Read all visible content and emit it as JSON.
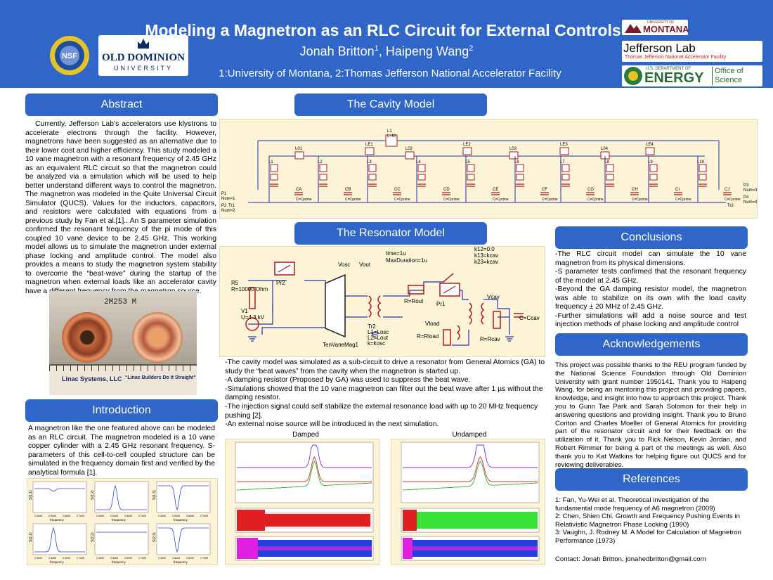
{
  "header": {
    "title": "Modeling a Magnetron as an RLC Circuit for External Controls",
    "authors": "Jonah Britton",
    "sup1": "1",
    "authors_mid": ", Haipeng Wang",
    "sup2": "2",
    "affiliations": "1:University of Montana, 2:Thomas Jefferson National Accelerator Facility",
    "logos": {
      "nsf": "NSF",
      "odu_line1": "OLD DOMINION",
      "odu_line2": "UNIVERSITY",
      "umontana_small": "UNIVERSITY OF",
      "umontana": "MONTANA",
      "jlab": "Jefferson Lab",
      "jlab_sub": "Thomas Jefferson National Accelerator Facility",
      "doe_small": "U.S. DEPARTMENT OF",
      "doe": "ENERGY",
      "office1": "Office of",
      "office2": "Science"
    }
  },
  "abstract": {
    "heading": "Abstract",
    "text": "Currently, Jefferson Lab’s accelerators use klystrons to accelerate electrons through the facility. However, magnetrons have been suggested as an alternative due to their lower cost and higher efficiency. This study modeled a 10 vane magnetron with a resonant frequency of 2.45 GHz as an equivalent RLC circuit so that the magnetron could be analyzed via a simulation which will be used to help better understand different ways to control the magnetron. The magnetron was modeled in the Quite Universal Circuit Simulator (QUCS). Values for the inductors, capacitors, and resistors were calculated with equations from a previous study by Fan et al.[1].. An S parameter simulation confirmed the resonant frequency of the pi mode of this coupled 10 vane device to be 2.45 GHz. This working model allows us to simulate the magnetron under external phase locking and amplitude control. The model also provides a means to study the magnetron system stability to overcome the “beat-wave” during the startup of the magnetron when external loads like an accelerator cavity have a different frequency from the magnetron source."
  },
  "photo": {
    "tag": "2M253 M",
    "ruler_brand": "Linac Systems, LLC",
    "ruler_slogan": "\"Linac Builders Do It Straight\""
  },
  "introduction": {
    "heading": "Introduction",
    "text": "A magnetron like the one featured above can be modeled as an RLC circuit. The magnetron modeled is a 10 vane copper cylinder with a 2.45 GHz resonant frequency. S-parameters of this cell-to-cell coupled structure can be simulated in the frequency domain first and verified by the analytical formula [1].",
    "splot_labels": [
      "S(1,1)",
      "S(1,2)",
      "S(1,3)",
      "S(2,1)",
      "S(2,2)",
      "S(2,3)"
    ],
    "splot_xlabel": "frequency",
    "splot_ticks": [
      "2.4e09",
      "2.5e09",
      "2.6e09",
      "2.7e09"
    ]
  },
  "cavity": {
    "heading": "The Cavity Model",
    "top_inductor": "L1",
    "top_inductor_val": "L=M",
    "le_labels": [
      "LE1",
      "LE2",
      "LE3",
      "LE4"
    ],
    "lo_labels": [
      "L01",
      "L02",
      "L03",
      "L04"
    ],
    "cell_labels": [
      "L1",
      "L2",
      "L3",
      "L4",
      "L5",
      "L6",
      "L7",
      "L8",
      "L9",
      "L10"
    ],
    "cap_labels": [
      "CA",
      "CB",
      "CC",
      "CD",
      "CE",
      "CF",
      "CG",
      "CH",
      "CI",
      "CJ"
    ],
    "cap_value": "C=Cprime",
    "p1": "P1",
    "p1_num": "Num=1",
    "p2": "P2",
    "p2_num": "Num=2",
    "p3": "P3",
    "p3_num": "Num=3",
    "p4": "P4",
    "p4_num": "Num=4",
    "tr1": "Tr1",
    "tr2": "Tr2"
  },
  "resonator": {
    "heading": "The Resonator Model",
    "r5": "R5",
    "r5_val": "R=10000 Ohm",
    "v1": "V1",
    "v1_val": "U=4.3 kV",
    "pr2": "Pr2",
    "pr1": "Pr1",
    "mag": "TenVaneMag1",
    "vosc": "Vosc",
    "vout": "Vout",
    "time": "time=1u",
    "maxdur": "MaxDuration=1u",
    "k12": "k12=0.0",
    "k13": "k13=kcav",
    "k23": "k23=kcav",
    "rout": "R=Rout",
    "vcav": "Vcav",
    "ccav": "C=Ccav",
    "vload": "Vload",
    "rload": "R=Rload",
    "rcav": "R=Rcav",
    "tr2": "Tr2",
    "l1": "L1=Losc",
    "l2": "L2=Lout",
    "k": "k=kosc",
    "text": [
      "-The cavity model was simulated as a sub-circuit to drive a resonator from General Atomics (GA) to study the “beat waves” from the cavity when the magnetron is started up.",
      "-A damping resistor (Proposed by GA) was used to suppress the beat wave.",
      "-Simulations showed that the 10 vane magnetron can filter out the beat wave after 1 µs without the damping resistor.",
      "-The injection signal could self stabilize the external resonance load with up to 20 MHz frequency pushing [2].",
      "-An external noise source will be introduced in the next simulation."
    ],
    "damped": "Damped",
    "undamped": "Undamped"
  },
  "conclusions": {
    "heading": "Conclusions",
    "items": [
      "-The RLC circuit model can simulate the 10 vane magnetron from its physical dimensions.",
      "-S parameter tests confirmed that the resonant frequency of the model at 2.45 GHz.",
      "-Beyond the GA damping resistor model, the magnetron was able to stabilize on its own with the load cavity frequency ± 20 MHz of 2.45 GHz.",
      "-Further simulations will add a noise source and test injection methods of phase locking and amplitude control"
    ]
  },
  "acknowledgements": {
    "heading": "Acknowledgements",
    "text": "This project was possible thanks to the REU program funded by the National Science Foundation through Old Dominion University with grant number 1950141. Thank you to Haipeng Wang, for being an mentoring this project and providing papers, knowledge, and insight into how to approach this project. Thank you to Gunn Tae Park and Sarah Solomon for their help in answering questions and providing insight. Thank you to Bruno Coriton and Charles Moeller of General Atomics for providing part of the resonator circuit and for their feedback on the utilization of it. Thank you to Rick Nelson, Kevin Jordan, and Robert Rimmer for being a part of the meetings as well. Also thank you to Kat Watkins for helping figure out QUCS and for reviewing deliverables."
  },
  "references": {
    "heading": "References",
    "items": [
      "1: Fan, Yu-Wei et al. Theoretical investigation of the fundamental mode frequency of A6 magnetron (2009)",
      "2: Chen, Shien Chi. Growth and Frequency Pushing Events in Relativistic Magnetron Phase Locking (1990)",
      "3: Vaughn, J. Rodney M. A Model for Calculation of Magnetron Performance (1973)"
    ],
    "contact": "Contact: Jonah Britton, jonahedbritton@gmail.com"
  },
  "colors": {
    "banner": "#2f66c7",
    "heading_bg": "#2f66c7",
    "panel_bg": "#fdf3d6",
    "wire": "#2233aa"
  }
}
